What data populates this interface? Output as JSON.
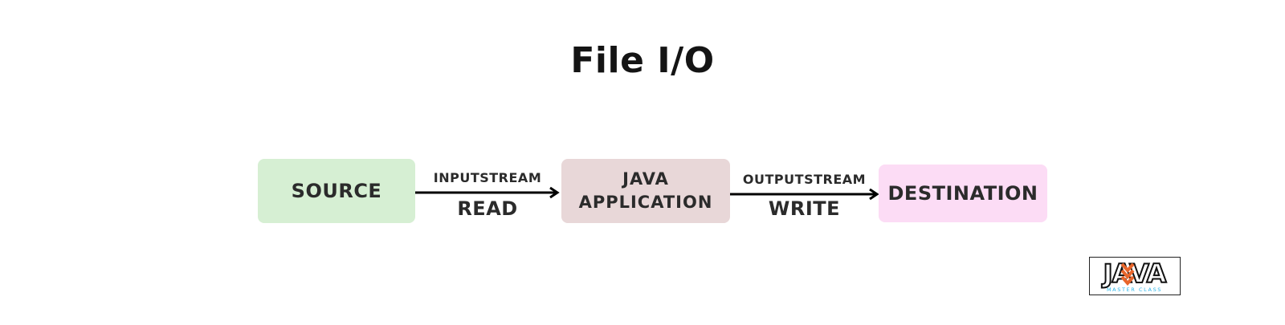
{
  "title": "File I/O",
  "nodes": {
    "source": "SOURCE",
    "java_line1": "JAVA",
    "java_line2": "APPLICATION",
    "destination": "DESTINATION"
  },
  "edges": {
    "input": {
      "top_label": "INPUTSTREAM",
      "bottom_label": "READ"
    },
    "output": {
      "top_label": "OUTPUTSTREAM",
      "bottom_label": "WRITE"
    }
  },
  "logo": {
    "word": "JAVA",
    "tagline": "MASTER CLASS",
    "colors": {
      "accent": "#e8652a",
      "tagline": "#2bb5e8"
    }
  },
  "colors": {
    "source_fill": "#d6efd3",
    "java_fill": "#e8d7d8",
    "destination_fill": "#fcdcf5",
    "arrow": "#000000"
  }
}
